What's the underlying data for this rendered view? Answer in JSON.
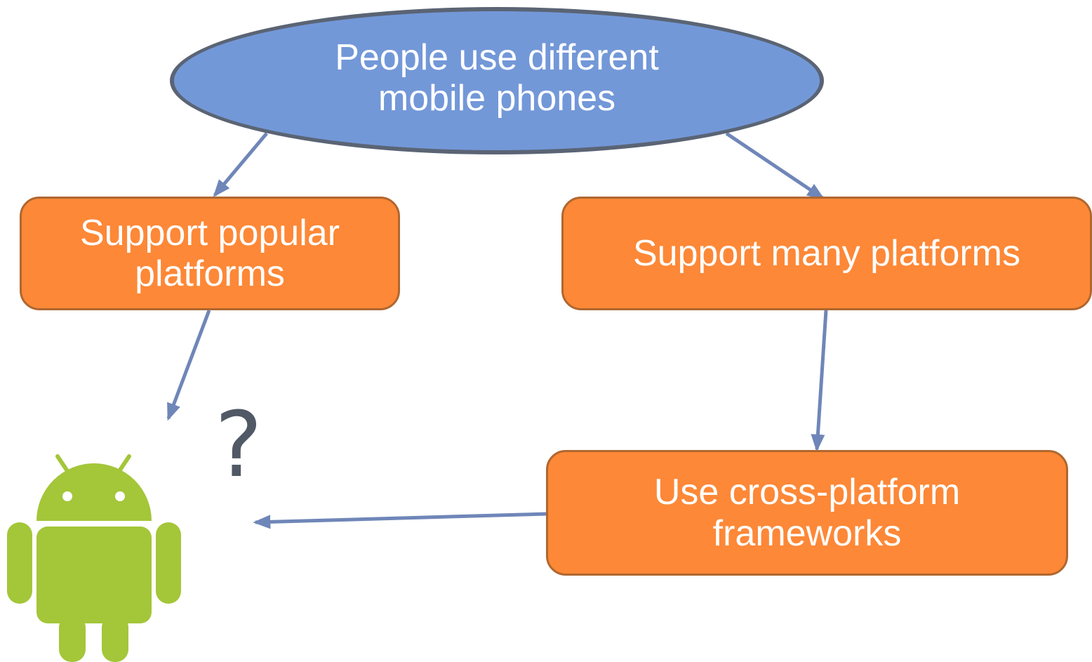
{
  "diagram": {
    "root": {
      "text": "People use different\nmobile phones"
    },
    "left_branch": {
      "text": "Support popular\nplatforms"
    },
    "right_branch": {
      "text": "Support many platforms"
    },
    "cross_platform": {
      "text": "Use cross-platform\nframeworks"
    },
    "question_mark": "?",
    "colors": {
      "ellipse_fill": "#7398D8",
      "ellipse_border": "#5A6474",
      "box_fill": "#FD8837",
      "box_border": "#B0672F",
      "arrow": "#6F86B8",
      "android_green": "#A4C639",
      "question": "#505965"
    },
    "icons": {
      "android": "android-robot-icon"
    }
  }
}
